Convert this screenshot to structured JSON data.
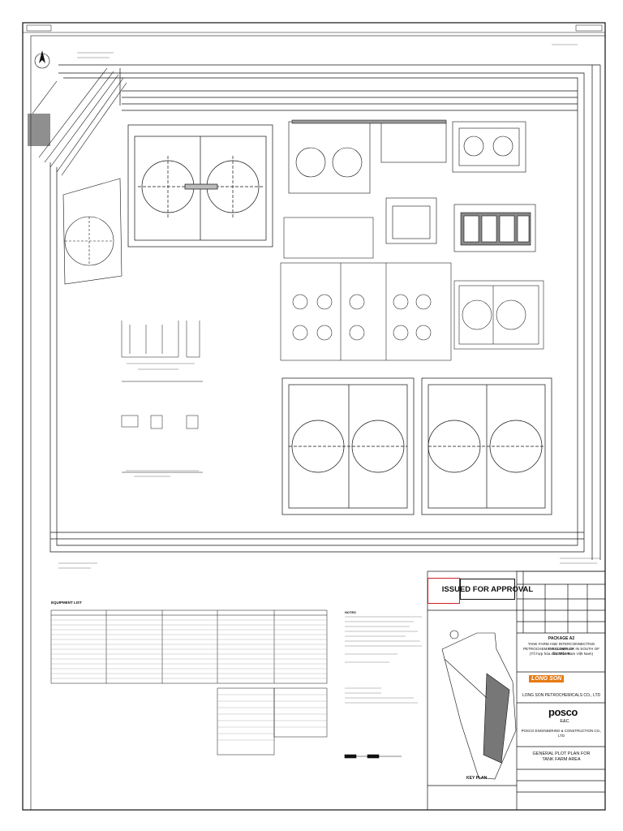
{
  "stamp": {
    "text": "ISSUED FOR APPROVAL"
  },
  "title_block": {
    "package": "PACKAGE A2",
    "project_line1": "TANK FARM AND INTERCONNECTING PIPELINES OF",
    "project_line2": "PETROCHEMICAL COMPLEX IN SOUTH OF VIETNAM",
    "project_line3": "(Tổ hợp hóa dầu Miền Nam Việt Nam)",
    "owner_logo": "LONG SON",
    "owner": "LONG SON PETROCHEMICALS CO., LTD",
    "contractor_logo": "posco",
    "contractor_sub": "E&C",
    "contractor": "POSCO ENGINEERING & CONSTRUCTION CO., LTD",
    "drawing_title_line1": "GENERAL PLOT PLAN FOR",
    "drawing_title_line2": "TANK FARM AREA"
  },
  "equipment_list": {
    "title": "EQUIPMENT LIST"
  },
  "key_plan": {
    "label": "KEY PLAN"
  },
  "notes": {
    "title": "NOTES"
  },
  "icons": {
    "north_arrow": "north-arrow-icon",
    "compass": "compass-icon"
  }
}
